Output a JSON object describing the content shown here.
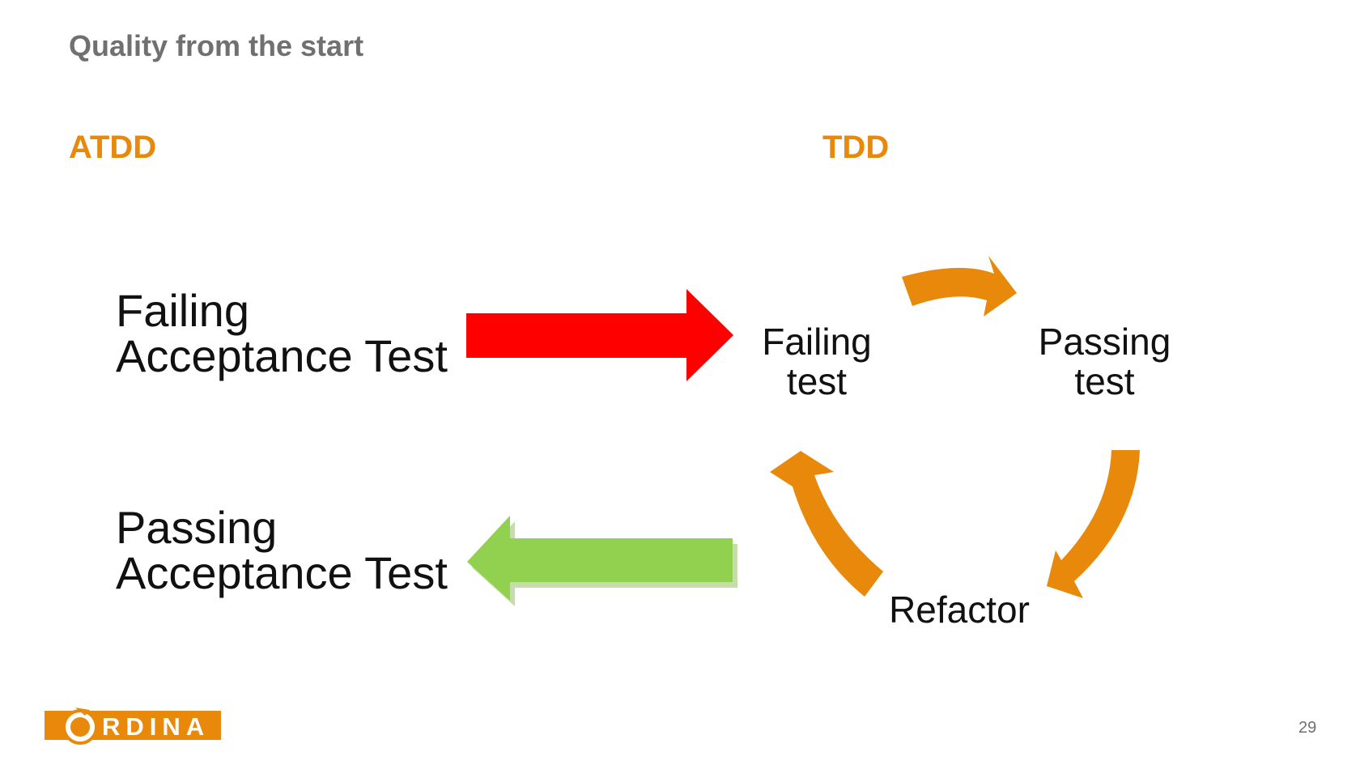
{
  "slide": {
    "title": "Quality from the start",
    "page_number": "29"
  },
  "atdd": {
    "heading": "ATDD",
    "failing_label_line1": "Failing",
    "failing_label_line2": "Acceptance Test",
    "passing_label_line1": "Passing",
    "passing_label_line2": "Acceptance Test"
  },
  "tdd": {
    "heading": "TDD",
    "failing_line1": "Failing",
    "failing_line2": "test",
    "passing_line1": "Passing",
    "passing_line2": "test",
    "refactor": "Refactor"
  },
  "logo": {
    "text": "ORDINA"
  },
  "colors": {
    "accent_orange": "#E8890C",
    "arrow_red": "#FF0000",
    "arrow_green": "#92D050",
    "title_gray": "#707070"
  }
}
